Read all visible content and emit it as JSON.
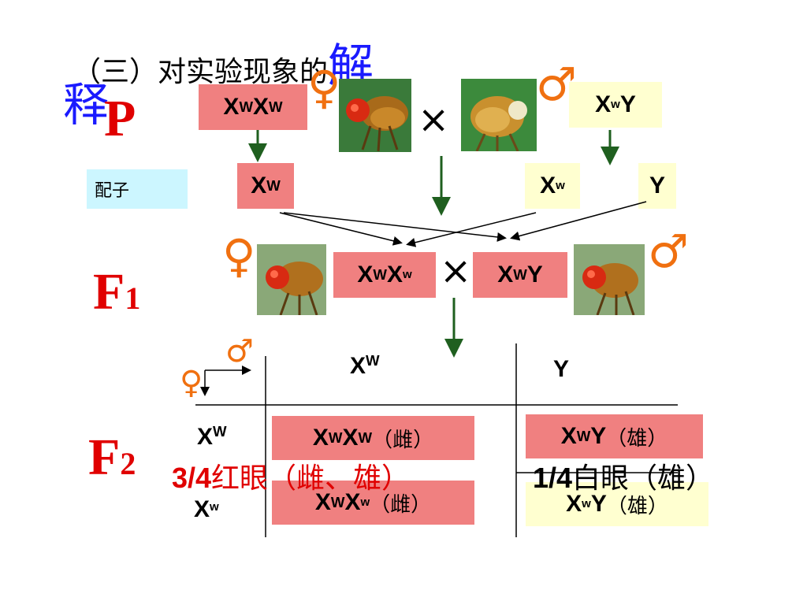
{
  "title": {
    "prefix": "（三）对实验现象的",
    "em1": "解",
    "em2": "释"
  },
  "generations": {
    "p": "P",
    "f1_base": "F",
    "f1_sub": "1",
    "f2_base": "F",
    "f2_sub": "2"
  },
  "symbols": {
    "female": "♀",
    "male": "♂",
    "cross": "×"
  },
  "p_row": {
    "female_genotype": {
      "base1": "X",
      "sup1": "W",
      "base2": "X",
      "sup2": "W"
    },
    "male_genotype": {
      "base1": "X",
      "sup1": "w",
      "base2": "Y"
    }
  },
  "gametes": {
    "label": "配子",
    "female": {
      "base": "X",
      "sup": "W"
    },
    "male1": {
      "base": "X",
      "sup": "w"
    },
    "male2": {
      "base": "Y"
    }
  },
  "f1_row": {
    "female_genotype": {
      "base1": "X",
      "sup1": "W",
      "base2": "X",
      "sup2": "w"
    },
    "male_genotype": {
      "base1": "X",
      "sup1": "W",
      "base2": "Y"
    }
  },
  "punnett": {
    "col_headers": [
      {
        "base": "X",
        "sup": "W"
      },
      {
        "base": "Y",
        "sup": ""
      }
    ],
    "row_headers": [
      {
        "base": "X",
        "sup": "W"
      },
      {
        "base": "X",
        "sup": "w"
      }
    ],
    "cells": [
      {
        "base1": "X",
        "sup1": "W",
        "base2": "X",
        "sup2": "W",
        "sex": "（雌）"
      },
      {
        "base1": "X",
        "sup1": "W",
        "base2": "Y",
        "sup2": "",
        "sex": "（雄）"
      },
      {
        "base1": "X",
        "sup1": "W",
        "base2": "X",
        "sup2": "w",
        "sex": "（雌）"
      },
      {
        "base1": "X",
        "sup1": "w",
        "base2": "Y",
        "sup2": "",
        "sex": "（雄）"
      }
    ]
  },
  "ratios": {
    "red": {
      "num": "3/4",
      "text": "红眼（雌、雄）"
    },
    "white": {
      "num": "1/4",
      "text": "白眼（雄）"
    }
  },
  "colors": {
    "pink": "#f08080",
    "cream": "#ffffd0",
    "cyan": "#ccf6ff",
    "blue": "#1a1aff",
    "red": "#e00000",
    "orange": "#f07010",
    "arrow_green": "#1f5f1f"
  }
}
